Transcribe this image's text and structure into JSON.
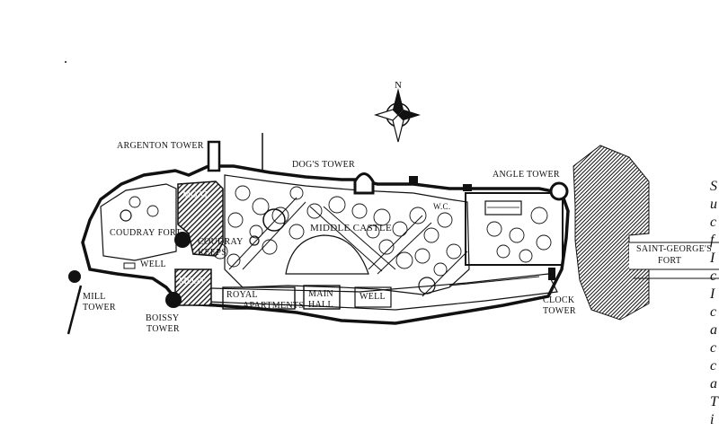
{
  "compass": {
    "north": "N"
  },
  "labels": {
    "argenton_tower": "ARGENTON TOWER",
    "dogs_tower": "DOG'S TOWER",
    "angle_tower": "ANGLE TOWER",
    "wc": "W.C.",
    "coudray_fort_1": "COUDRAY",
    "coudray_fort_2": "FORT",
    "moat_north": "MOAT",
    "moat_south": "MOAT",
    "coudray_keeps_1": "COUDRAY",
    "coudray_keeps_2": "KEEPS",
    "middle_castle": "MIDDLE CASTLE",
    "well_west": "WELL",
    "well_east": "WELL",
    "royal_1": "ROYAL",
    "royal_2": "APARTMENTS",
    "main_1": "MAIN",
    "main_2": "HALL",
    "mill_1": "MILL",
    "mill_2": "TOWER",
    "boissy_1": "BOISSY",
    "boissy_2": "TOWER",
    "clock_1": "CLOCK",
    "clock_2": "TOWER",
    "saint_george_1": "SAINT-GEORGE'S",
    "saint_george_2": "FORT"
  },
  "margin_text": [
    "S",
    "u",
    "c",
    "f",
    "I",
    "c",
    "I",
    "c",
    "a",
    "c",
    "c",
    "a",
    "T",
    "i"
  ],
  "colors": {
    "ink": "#111111",
    "paper": "#ffffff",
    "hatch": "#2a2a2a"
  }
}
